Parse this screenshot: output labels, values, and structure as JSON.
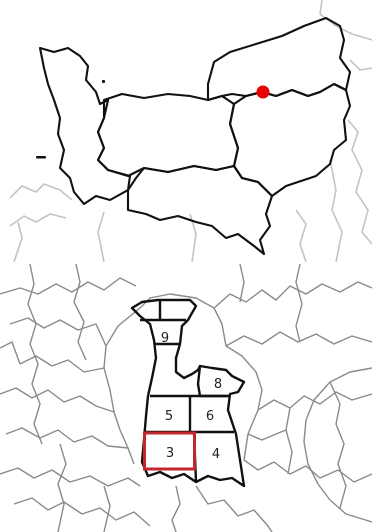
{
  "colors": {
    "background": "#ffffff",
    "region_outline": "#111111",
    "neighbor_outline": "#c4c4c4",
    "commune_outline": "#8a8a8a",
    "location_marker": "#e60000",
    "selection_highlight": "#c0282d",
    "label_text": "#222222"
  },
  "overview_map": {
    "marker_icon": "location-dot-icon"
  },
  "detail_map": {
    "districts": [
      {
        "id": "9",
        "label": "9"
      },
      {
        "id": "8",
        "label": "8"
      },
      {
        "id": "5",
        "label": "5"
      },
      {
        "id": "6",
        "label": "6"
      },
      {
        "id": "3",
        "label": "3"
      },
      {
        "id": "4",
        "label": "4"
      }
    ],
    "selected_district": "3"
  }
}
